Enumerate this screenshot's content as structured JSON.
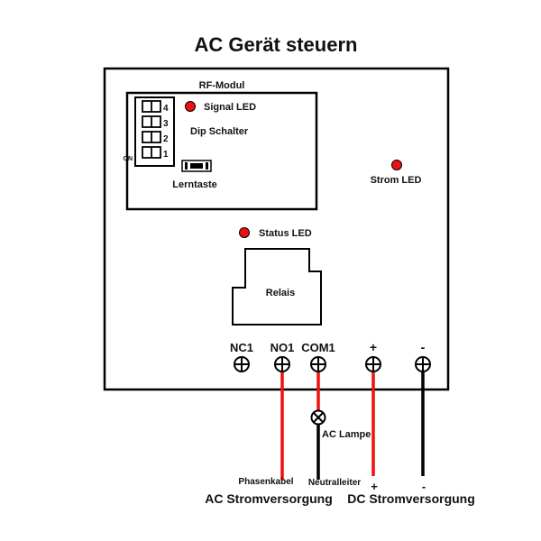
{
  "title": "AC Gerät steuern",
  "colors": {
    "led": "#ee1111",
    "wire_red": "#ee1111",
    "wire_black": "#000000",
    "line": "#000000"
  },
  "rf_module": {
    "label": "RF-Modul",
    "signal_led_label": "Signal LED",
    "dip_label": "Dip Schalter",
    "dip_switches": [
      "4",
      "3",
      "2",
      "1"
    ],
    "dip_on_label": "ON",
    "learn_button_label": "Lerntaste"
  },
  "power_led_label": "Strom LED",
  "status_led_label": "Status LED",
  "relay_label": "Relais",
  "terminals": [
    {
      "id": "nc1",
      "label": "NC1"
    },
    {
      "id": "no1",
      "label": "NO1"
    },
    {
      "id": "com1",
      "label": "COM1"
    },
    {
      "id": "plus",
      "label": "+"
    },
    {
      "id": "minus",
      "label": "-"
    }
  ],
  "lamp_label": "AC Lampe",
  "wire_labels": {
    "phase": "Phasenkabel",
    "neutral": "Neutralleiter",
    "dc_plus": "+",
    "dc_minus": "-"
  },
  "supply_labels": {
    "ac": "AC Stromversorgung",
    "dc": "DC Stromversorgung"
  }
}
